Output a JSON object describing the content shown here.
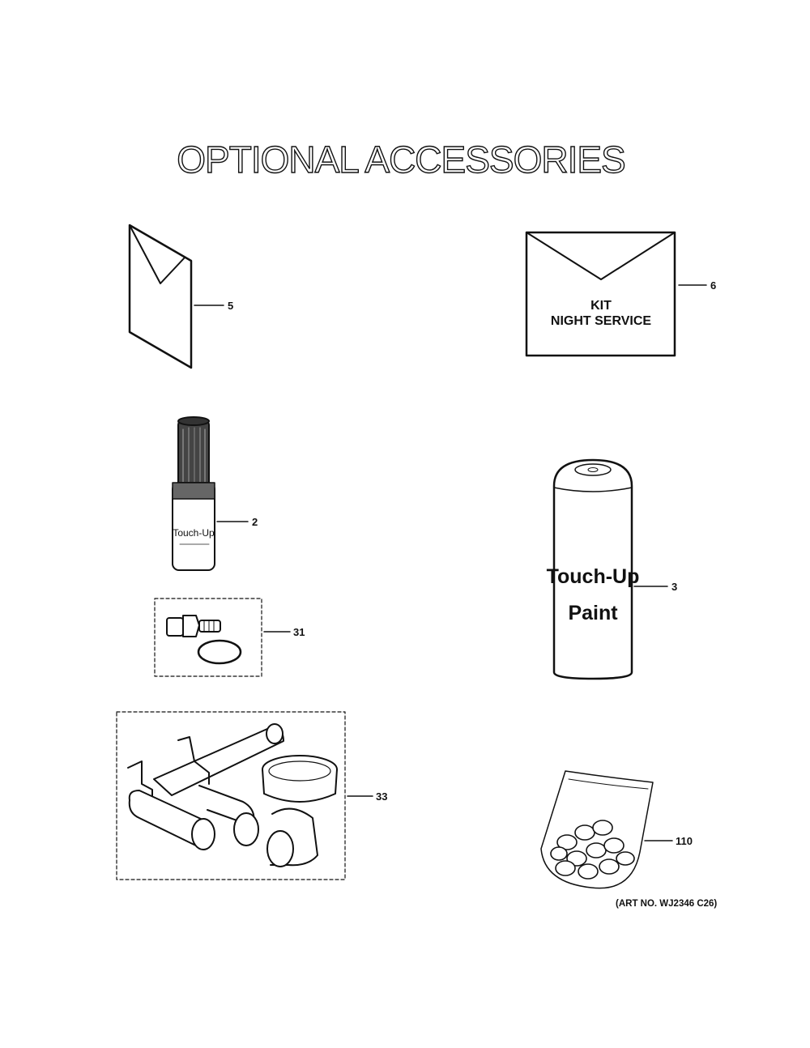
{
  "title": "OPTIONAL ACCESSORIES",
  "art_number": "(ART NO. WJ2346 C26)",
  "kit_label_line1": "KIT",
  "kit_label_line2": "NIGHT SERVICE",
  "can_label_line1": "Touch-Up",
  "can_label_line2": "Paint",
  "pen_label": "Touch-Up",
  "callouts": {
    "manual": "5",
    "kit_envelope": "6",
    "touch_up_pen": "2",
    "touch_up_spray": "3",
    "fitting_kit": "31",
    "pipe_kit": "33",
    "hardware_bag": "110"
  }
}
